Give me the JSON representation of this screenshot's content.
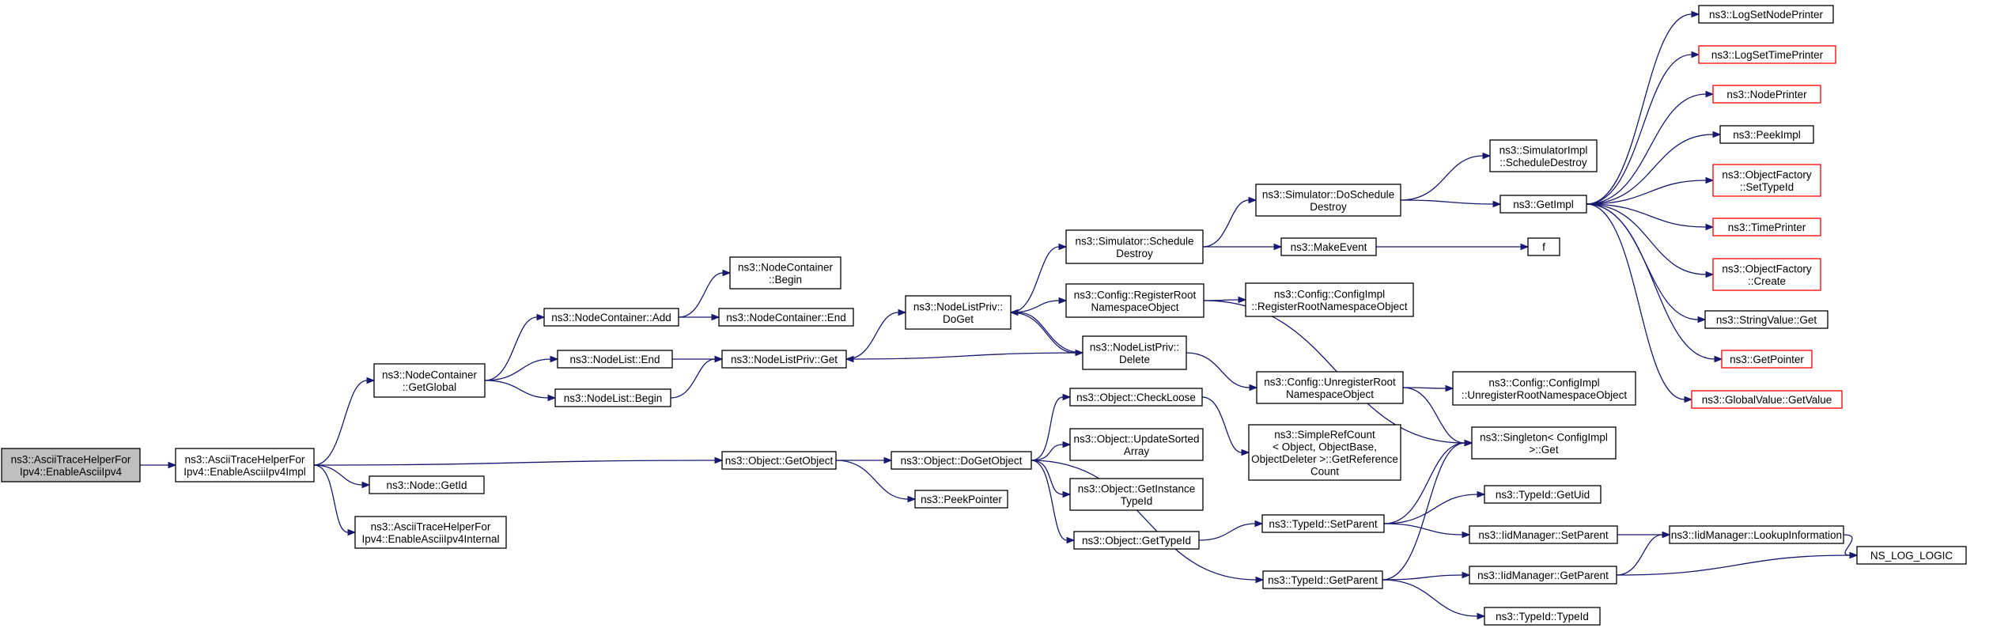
{
  "graph": {
    "colors": {
      "edge": "#191970",
      "node_border": "#000000",
      "truncated_border": "#ff0000",
      "root_fill": "#bfbfbf",
      "node_fill": "#ffffff"
    },
    "nodes": [
      {
        "id": "root",
        "lines": [
          "ns3::AsciiTraceHelperFor",
          "Ipv4::EnableAsciiIpv4"
        ],
        "root": true
      },
      {
        "id": "impl",
        "lines": [
          "ns3::AsciiTraceHelperFor",
          "Ipv4::EnableAsciiIpv4Impl"
        ]
      },
      {
        "id": "ncGetGlobal",
        "lines": [
          "ns3::NodeContainer",
          "::GetGlobal"
        ]
      },
      {
        "id": "nodeGetId",
        "lines": [
          "ns3::Node::GetId"
        ]
      },
      {
        "id": "internal",
        "lines": [
          "ns3::AsciiTraceHelperFor",
          "Ipv4::EnableAsciiIpv4Internal"
        ]
      },
      {
        "id": "getObject",
        "lines": [
          "ns3::Object::GetObject"
        ]
      },
      {
        "id": "ncAdd",
        "lines": [
          "ns3::NodeContainer::Add"
        ]
      },
      {
        "id": "nlEnd",
        "lines": [
          "ns3::NodeList::End"
        ]
      },
      {
        "id": "nlBegin",
        "lines": [
          "ns3::NodeList::Begin"
        ]
      },
      {
        "id": "ncBegin",
        "lines": [
          "ns3::NodeContainer",
          "::Begin"
        ]
      },
      {
        "id": "ncEnd",
        "lines": [
          "ns3::NodeContainer::End"
        ]
      },
      {
        "id": "nlpGet",
        "lines": [
          "ns3::NodeListPriv::Get"
        ]
      },
      {
        "id": "doGetObject",
        "lines": [
          "ns3::Object::DoGetObject"
        ]
      },
      {
        "id": "peekPointer",
        "lines": [
          "ns3::PeekPointer"
        ]
      },
      {
        "id": "nlpDoGet",
        "lines": [
          "ns3::NodeListPriv::",
          "DoGet"
        ]
      },
      {
        "id": "simScheduleDestroy",
        "lines": [
          "ns3::Simulator::Schedule",
          "Destroy"
        ]
      },
      {
        "id": "cfgRegisterRoot",
        "lines": [
          "ns3::Config::RegisterRoot",
          "NamespaceObject"
        ]
      },
      {
        "id": "nlpDelete",
        "lines": [
          "ns3::NodeListPriv::",
          "Delete"
        ]
      },
      {
        "id": "checkLoose",
        "lines": [
          "ns3::Object::CheckLoose"
        ]
      },
      {
        "id": "updateSorted",
        "lines": [
          "ns3::Object::UpdateSorted",
          "Array"
        ]
      },
      {
        "id": "getInstanceTypeId",
        "lines": [
          "ns3::Object::GetInstance",
          "TypeId"
        ]
      },
      {
        "id": "objGetTypeId",
        "lines": [
          "ns3::Object::GetTypeId"
        ]
      },
      {
        "id": "simDoScheduleDestroy",
        "lines": [
          "ns3::Simulator::DoSchedule",
          "Destroy"
        ]
      },
      {
        "id": "makeEvent",
        "lines": [
          "ns3::MakeEvent"
        ]
      },
      {
        "id": "cfgImplRegisterRoot",
        "lines": [
          "ns3::Config::ConfigImpl",
          "::RegisterRootNamespaceObject"
        ]
      },
      {
        "id": "cfgUnregisterRoot",
        "lines": [
          "ns3::Config::UnregisterRoot",
          "NamespaceObject"
        ]
      },
      {
        "id": "simpleRefCount",
        "lines": [
          "ns3::SimpleRefCount",
          "< Object, ObjectBase,",
          "ObjectDeleter >::GetReference",
          "Count"
        ]
      },
      {
        "id": "typeIdSetParent",
        "lines": [
          "ns3::TypeId::SetParent"
        ]
      },
      {
        "id": "typeIdGetParent",
        "lines": [
          "ns3::TypeId::GetParent"
        ]
      },
      {
        "id": "simImplScheduleDestroy",
        "lines": [
          "ns3::SimulatorImpl",
          "::ScheduleDestroy"
        ]
      },
      {
        "id": "getImpl",
        "lines": [
          "ns3::GetImpl"
        ]
      },
      {
        "id": "f",
        "lines": [
          "f"
        ]
      },
      {
        "id": "cfgImplUnregisterRoot",
        "lines": [
          "ns3::Config::ConfigImpl",
          "::UnregisterRootNamespaceObject"
        ]
      },
      {
        "id": "singletonGet",
        "lines": [
          "ns3::Singleton< ConfigImpl",
          ">::Get"
        ]
      },
      {
        "id": "typeIdGetUid",
        "lines": [
          "ns3::TypeId::GetUid"
        ]
      },
      {
        "id": "iidSetParent",
        "lines": [
          "ns3::IidManager::SetParent"
        ]
      },
      {
        "id": "iidGetParent",
        "lines": [
          "ns3::IidManager::GetParent"
        ]
      },
      {
        "id": "typeIdTypeId",
        "lines": [
          "ns3::TypeId::TypeId"
        ]
      },
      {
        "id": "logSetNodePrinter",
        "lines": [
          "ns3::LogSetNodePrinter"
        ]
      },
      {
        "id": "logSetTimePrinter",
        "lines": [
          "ns3::LogSetTimePrinter"
        ],
        "truncated": true
      },
      {
        "id": "nodePrinter",
        "lines": [
          "ns3::NodePrinter"
        ],
        "truncated": true
      },
      {
        "id": "peekImpl",
        "lines": [
          "ns3::PeekImpl"
        ]
      },
      {
        "id": "objFactorySetTypeId",
        "lines": [
          "ns3::ObjectFactory",
          "::SetTypeId"
        ],
        "truncated": true
      },
      {
        "id": "timePrinter",
        "lines": [
          "ns3::TimePrinter"
        ],
        "truncated": true
      },
      {
        "id": "objFactoryCreate",
        "lines": [
          "ns3::ObjectFactory",
          "::Create"
        ],
        "truncated": true
      },
      {
        "id": "stringValueGet",
        "lines": [
          "ns3::StringValue::Get"
        ]
      },
      {
        "id": "getPointer",
        "lines": [
          "ns3::GetPointer"
        ],
        "truncated": true
      },
      {
        "id": "globalValueGetValue",
        "lines": [
          "ns3::GlobalValue::GetValue"
        ],
        "truncated": true
      },
      {
        "id": "iidLookupInformation",
        "lines": [
          "ns3::IidManager::LookupInformation"
        ]
      },
      {
        "id": "nsLogLogic",
        "lines": [
          "NS_LOG_LOGIC"
        ]
      }
    ],
    "edges": [
      [
        "root",
        "impl"
      ],
      [
        "impl",
        "ncGetGlobal"
      ],
      [
        "impl",
        "getObject"
      ],
      [
        "impl",
        "nodeGetId"
      ],
      [
        "impl",
        "internal"
      ],
      [
        "ncGetGlobal",
        "ncAdd"
      ],
      [
        "ncGetGlobal",
        "nlEnd"
      ],
      [
        "ncGetGlobal",
        "nlBegin"
      ],
      [
        "ncAdd",
        "ncBegin"
      ],
      [
        "ncAdd",
        "ncEnd"
      ],
      [
        "nlEnd",
        "nlpGet"
      ],
      [
        "nlBegin",
        "nlpGet"
      ],
      [
        "nlpGet",
        "nlpDoGet"
      ],
      [
        "nlpDoGet",
        "simScheduleDestroy"
      ],
      [
        "nlpDoGet",
        "cfgRegisterRoot"
      ],
      [
        "nlpDoGet",
        "nlpDelete"
      ],
      [
        "nlpDelete",
        "nlpDoGet"
      ],
      [
        "nlpDelete",
        "nlpGet"
      ],
      [
        "nlpDelete",
        "cfgUnregisterRoot"
      ],
      [
        "getObject",
        "doGetObject"
      ],
      [
        "getObject",
        "peekPointer"
      ],
      [
        "doGetObject",
        "checkLoose"
      ],
      [
        "doGetObject",
        "updateSorted"
      ],
      [
        "doGetObject",
        "getInstanceTypeId"
      ],
      [
        "doGetObject",
        "objGetTypeId"
      ],
      [
        "doGetObject",
        "typeIdGetParent"
      ],
      [
        "checkLoose",
        "simpleRefCount"
      ],
      [
        "objGetTypeId",
        "typeIdSetParent"
      ],
      [
        "simScheduleDestroy",
        "simDoScheduleDestroy"
      ],
      [
        "simScheduleDestroy",
        "makeEvent"
      ],
      [
        "simDoScheduleDestroy",
        "simImplScheduleDestroy"
      ],
      [
        "simDoScheduleDestroy",
        "getImpl"
      ],
      [
        "makeEvent",
        "f"
      ],
      [
        "cfgRegisterRoot",
        "cfgImplRegisterRoot"
      ],
      [
        "cfgRegisterRoot",
        "singletonGet"
      ],
      [
        "cfgUnregisterRoot",
        "cfgImplUnregisterRoot"
      ],
      [
        "cfgUnregisterRoot",
        "singletonGet"
      ],
      [
        "typeIdSetParent",
        "singletonGet"
      ],
      [
        "typeIdSetParent",
        "typeIdGetUid"
      ],
      [
        "typeIdSetParent",
        "iidSetParent"
      ],
      [
        "typeIdGetParent",
        "singletonGet"
      ],
      [
        "typeIdGetParent",
        "iidGetParent"
      ],
      [
        "typeIdGetParent",
        "typeIdTypeId"
      ],
      [
        "iidSetParent",
        "iidLookupInformation"
      ],
      [
        "iidGetParent",
        "iidLookupInformation"
      ],
      [
        "iidGetParent",
        "nsLogLogic"
      ],
      [
        "iidLookupInformation",
        "nsLogLogic"
      ],
      [
        "getImpl",
        "logSetNodePrinter"
      ],
      [
        "getImpl",
        "logSetTimePrinter"
      ],
      [
        "getImpl",
        "nodePrinter"
      ],
      [
        "getImpl",
        "peekImpl"
      ],
      [
        "getImpl",
        "objFactorySetTypeId"
      ],
      [
        "getImpl",
        "timePrinter"
      ],
      [
        "getImpl",
        "objFactoryCreate"
      ],
      [
        "getImpl",
        "stringValueGet"
      ],
      [
        "getImpl",
        "getPointer"
      ],
      [
        "getImpl",
        "globalValueGetValue"
      ]
    ]
  }
}
